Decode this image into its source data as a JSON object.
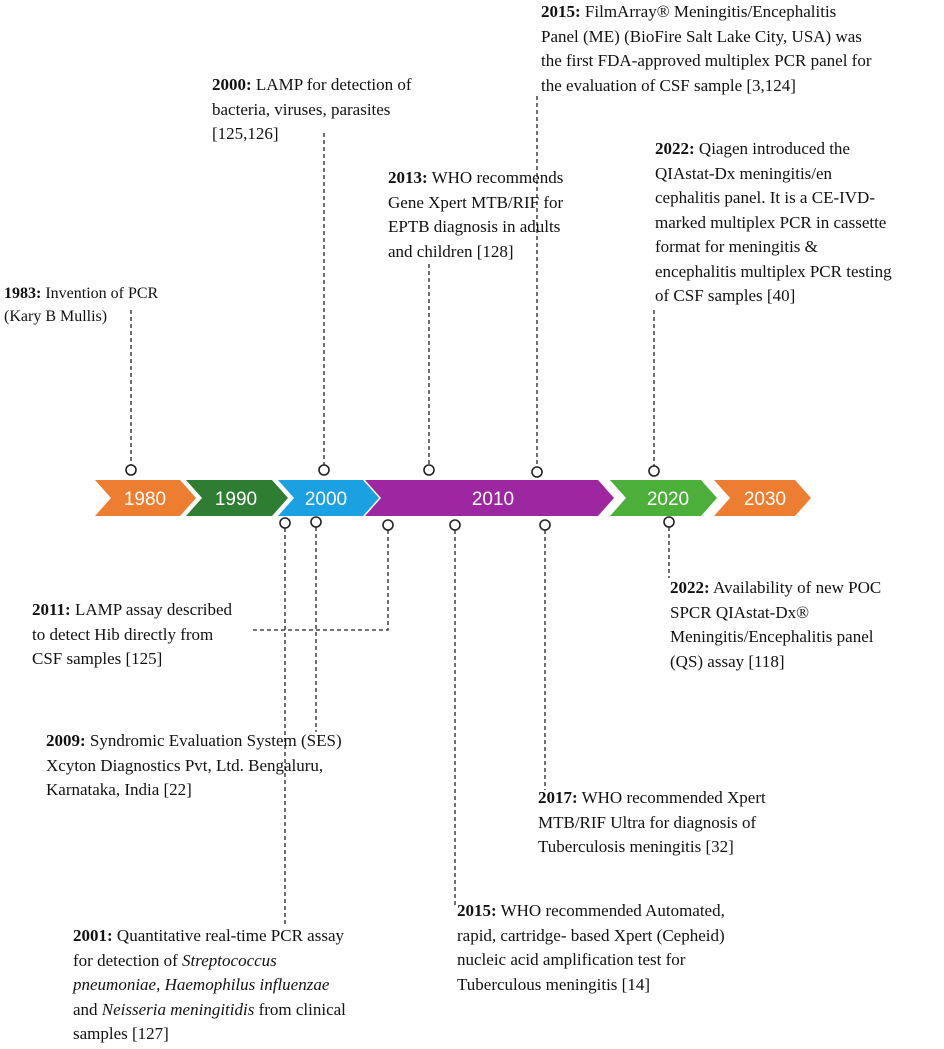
{
  "timeline": {
    "segments": [
      {
        "label": "1980",
        "color": "#ED7D31"
      },
      {
        "label": "1990",
        "color": "#2E7D32"
      },
      {
        "label": "2000",
        "color": "#1BA1E2"
      },
      {
        "label": "2010",
        "color": "#9C27A0"
      },
      {
        "label": "2020",
        "color": "#4CAF3A"
      },
      {
        "label": "2030",
        "color": "#ED7D31"
      }
    ]
  },
  "events_above": {
    "e1983": {
      "year": "1983:",
      "line1": " Invention of PCR",
      "line2": "(Kary B Mullis)"
    },
    "e2000": {
      "year": "2000:",
      "line1": " LAMP for detection of",
      "line2": "bacteria, viruses, parasites",
      "line3": "[125,126]"
    },
    "e2013": {
      "year": "2013:",
      "line1": " WHO recommends",
      "line2": "Gene Xpert MTB/RIF for",
      "line3": "EPTB diagnosis in adults",
      "line4": "and children [128]"
    },
    "e2015a": {
      "year": "2015:",
      "line1": " FilmArray® Meningitis/Encephalitis",
      "line2": "Panel (ME) (BioFire Salt Lake City, USA)  was",
      "line3": "the first FDA-approved multiplex PCR panel for",
      "line4": "the evaluation of CSF sample [3,124]"
    },
    "e2022a": {
      "year": "2022:",
      "line1": " Qiagen introduced the",
      "line2": "QIAstat-Dx meningitis/en",
      "line3": "cephalitis panel. It is a CE-IVD-",
      "line4": "marked multiplex PCR in cassette",
      "line5": "format for meningitis &",
      "line6": "encephalitis multiplex PCR testing",
      "line7": "of CSF samples [40]"
    }
  },
  "events_below": {
    "e2011": {
      "year": "2011:",
      "line1": " LAMP assay described",
      "line2": "to detect Hib directly from",
      "line3": "CSF samples [125]"
    },
    "e2009": {
      "year": "2009:",
      "line1": " Syndromic Evaluation System (SES)",
      "line2": "Xcyton Diagnostics Pvt, Ltd. Bengaluru,",
      "line3": "Karnataka, India [22]"
    },
    "e2001": {
      "year": "2001:",
      "line1": " Quantitative real-time PCR assay",
      "line2": "for detection of ",
      "line2_i": "Streptococcus",
      "line3_i1": "pneumoniae",
      "line3_sep": ", ",
      "line3_i2": "Haemophilus influenzae",
      "line4a": "and ",
      "line4_i": "Neisseria meningitidis",
      "line4b": " from clinical",
      "line5": "samples [127]"
    },
    "e2015b": {
      "year": "2015:",
      "line1": " WHO recommended Automated,",
      "line2": "rapid, cartridge- based Xpert (Cepheid)",
      "line3": "nucleic acid amplification test for",
      "line4": "Tuberculous meningitis [14]"
    },
    "e2017": {
      "year": "2017:",
      "line1": " WHO recommended Xpert",
      "line2": "MTB/RIF Ultra for diagnosis of",
      "line3": "Tuberculosis meningitis [32]"
    },
    "e2022b": {
      "year": "2022:",
      "line1": " Availability of new POC",
      "line2": "SPCR QIAstat-Dx®",
      "line3": "Meningitis/Encephalitis panel",
      "line4": "(QS) assay [118]"
    }
  }
}
